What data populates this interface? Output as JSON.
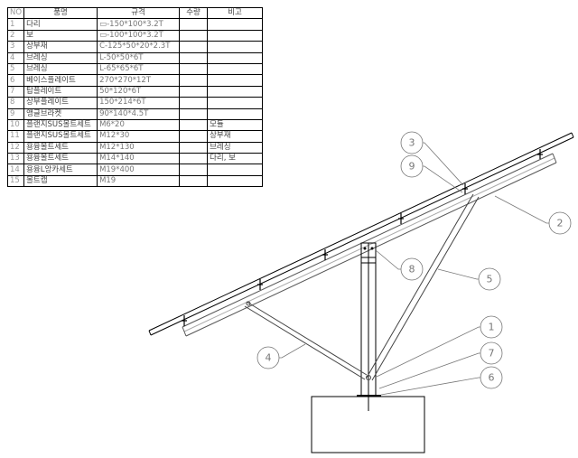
{
  "parts_table": {
    "headers": {
      "no": "NO",
      "name": "품명",
      "spec": "규격",
      "qty": "수량",
      "note": "비고"
    },
    "rows": [
      {
        "no": "1",
        "name": "다리",
        "spec": "▭-150*100*3.2T",
        "qty": "",
        "note": ""
      },
      {
        "no": "2",
        "name": "보",
        "spec": "▭-100*100*3.2T",
        "qty": "",
        "note": ""
      },
      {
        "no": "3",
        "name": "상부재",
        "spec": "C-125*50*20*2.3T",
        "qty": "",
        "note": ""
      },
      {
        "no": "4",
        "name": "브레싱",
        "spec": "L-50*50*6T",
        "qty": "",
        "note": ""
      },
      {
        "no": "5",
        "name": "브레싱",
        "spec": "L-65*65*6T",
        "qty": "",
        "note": ""
      },
      {
        "no": "6",
        "name": "베이스플레이트",
        "spec": "270*270*12T",
        "qty": "",
        "note": ""
      },
      {
        "no": "7",
        "name": "탑플레이트",
        "spec": "50*120*6T",
        "qty": "",
        "note": ""
      },
      {
        "no": "8",
        "name": "상부플레이트",
        "spec": "150*214*6T",
        "qty": "",
        "note": ""
      },
      {
        "no": "9",
        "name": "앵글브라켓",
        "spec": "90*140*4.5T",
        "qty": "",
        "note": ""
      },
      {
        "no": "10",
        "name": "플랜지SUS볼트세트",
        "spec": "M6*20",
        "qty": "",
        "note": "모듈"
      },
      {
        "no": "11",
        "name": "플랜지SUS볼트세트",
        "spec": "M12*30",
        "qty": "",
        "note": "상부재"
      },
      {
        "no": "12",
        "name": "용융볼트세트",
        "spec": "M12*130",
        "qty": "",
        "note": "브레싱"
      },
      {
        "no": "13",
        "name": "용융볼트세트",
        "spec": "M14*140",
        "qty": "",
        "note": "다리, 보"
      },
      {
        "no": "14",
        "name": "용융L앙카세트",
        "spec": "M19*400",
        "qty": "",
        "note": ""
      },
      {
        "no": "15",
        "name": "볼트캡",
        "spec": "M19",
        "qty": "",
        "note": ""
      }
    ]
  },
  "callouts": [
    "1",
    "2",
    "3",
    "4",
    "5",
    "6",
    "7",
    "8",
    "9"
  ]
}
